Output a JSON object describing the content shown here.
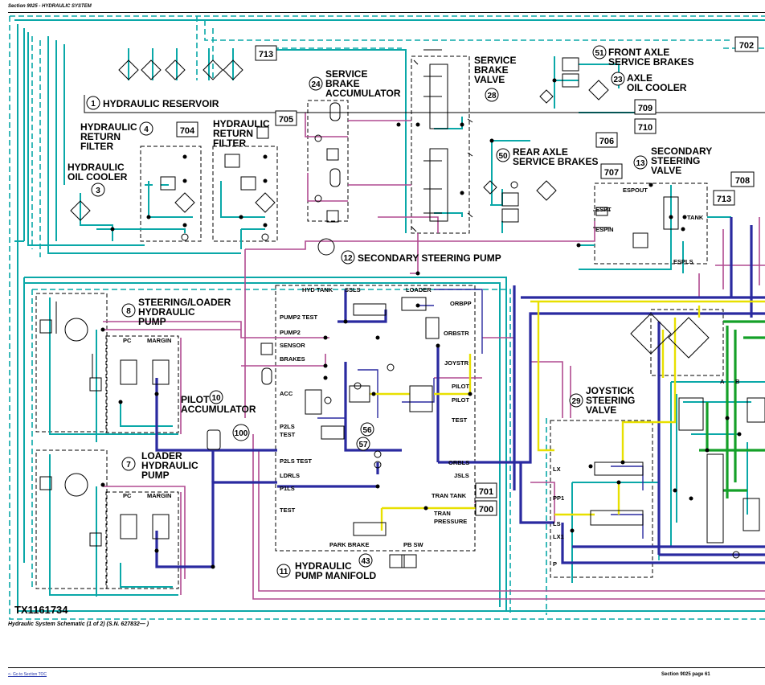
{
  "header": {
    "section": "Section 9025 - HYDRAULIC SYSTEM"
  },
  "components": [
    {
      "num": "1",
      "label": "HYDRAULIC RESERVOIR"
    },
    {
      "num": "4",
      "label": "HYDRAULIC RETURN FILTER"
    },
    {
      "num": "3",
      "label": "HYDRAULIC OIL COOLER"
    },
    {
      "num": "24",
      "label": "SERVICE BRAKE ACCUMULATOR"
    },
    {
      "num": "28",
      "label": "SERVICE BRAKE VALVE"
    },
    {
      "num": "51",
      "label": "FRONT AXLE SERVICE BRAKES"
    },
    {
      "num": "23",
      "label": "AXLE OIL COOLER"
    },
    {
      "num": "50",
      "label": "REAR AXLE SERVICE BRAKES"
    },
    {
      "num": "13",
      "label": "SECONDARY STEERING VALVE"
    },
    {
      "num": "12",
      "label": "SECONDARY STEERING PUMP"
    },
    {
      "num": "8",
      "label": "STEERING/LOADER HYDRAULIC PUMP"
    },
    {
      "num": "10",
      "label": "PILOT ACCUMULATOR"
    },
    {
      "num": "100",
      "label": ""
    },
    {
      "num": "56",
      "label": ""
    },
    {
      "num": "57",
      "label": ""
    },
    {
      "num": "29",
      "label": "JOYSTICK STEERING VALVE"
    },
    {
      "num": "7",
      "label": "LOADER HYDRAULIC PUMP"
    },
    {
      "num": "11",
      "label": "HYDRAULIC PUMP MANIFOLD"
    },
    {
      "num": "43",
      "label": ""
    }
  ],
  "codes": [
    "702",
    "713",
    "704",
    "705",
    "709",
    "710",
    "706",
    "707",
    "708",
    "713",
    "701",
    "700"
  ],
  "port_labels": {
    "manifold": [
      "HYD TANK",
      "SSLS",
      "LOADER",
      "ORBPP",
      "PUMP2 TEST",
      "PUMP2",
      "ORBSTR",
      "SENSOR",
      "BRAKES",
      "JOYSTR",
      "PILOT",
      "ACC",
      "PILOT TEST",
      "P2LS TEST",
      "P2LS",
      "ORBLS",
      "LDRLS",
      "JSLS",
      "P1LS",
      "TRAN TANK",
      "P1LS TEST",
      "TRAN PRESSURE",
      "PARK BRAKE",
      "PB SW"
    ],
    "pump": [
      "PC",
      "MARGIN"
    ],
    "secondary_valve": [
      "ESPOUT",
      "ESPT",
      "ESPIN",
      "TANK",
      "ESPLS"
    ],
    "joystick": [
      "LX",
      "PP1",
      "LS",
      "LX1",
      "P"
    ],
    "right_block": [
      "A",
      "B"
    ]
  },
  "figure_id": "TX1161734",
  "caption": "Hydraulic System Schematic (1 of 2) (S.N. 627832— )",
  "footer": {
    "toc_link": "<- Go to Section TOC",
    "page": "Section 9025 page 61"
  },
  "colors": {
    "teal": "#0aa8a8",
    "magenta": "#b04a90",
    "navy": "#2a2aa0",
    "yellow": "#e8e000",
    "green": "#14a028"
  }
}
